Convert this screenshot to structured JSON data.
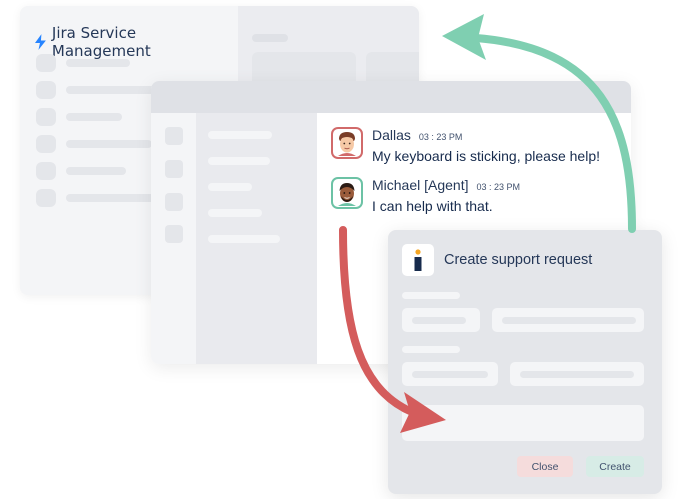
{
  "jira": {
    "title": "Jira Service Management",
    "logo_icon": "lightning-bolt-icon",
    "brand_color": "#2684ff"
  },
  "chat": {
    "messages": [
      {
        "name": "Dallas",
        "time": "03 : 23 PM",
        "text": "My keyboard is sticking, please help!",
        "avatar_icon": "user-avatar-icon",
        "accent": "#d16a6a"
      },
      {
        "name": "Michael [Agent]",
        "time": "03 : 23 PM",
        "text": "I can help with that.",
        "avatar_icon": "agent-avatar-icon",
        "accent": "#6cc2a5"
      }
    ]
  },
  "request": {
    "title": "Create support request",
    "icon": "info-icon",
    "close_label": "Close",
    "create_label": "Create"
  },
  "arrows": {
    "to_jira_color": "#7fcfb1",
    "to_request_color": "#d45c5c"
  }
}
